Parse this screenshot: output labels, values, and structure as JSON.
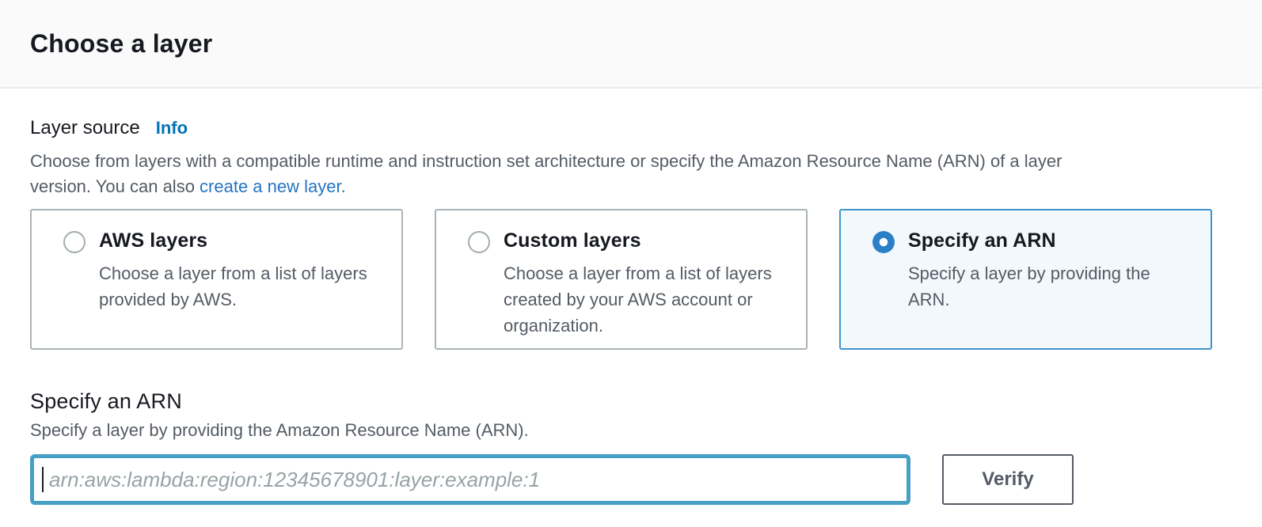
{
  "header": {
    "title": "Choose a layer"
  },
  "layer_source": {
    "label": "Layer source",
    "info_link": "Info",
    "description_line1": "Choose from layers with a compatible runtime and instruction set architecture or specify the Amazon Resource Name (ARN) of a layer",
    "description_line2_prefix": "version. You can also ",
    "create_layer_link": "create a new layer.",
    "options": [
      {
        "title": "AWS layers",
        "description": "Choose a layer from a list of layers provided by AWS.",
        "selected": false
      },
      {
        "title": "Custom layers",
        "description": "Choose a layer from a list of layers created by your AWS account or organization.",
        "selected": false
      },
      {
        "title": "Specify an ARN",
        "description": "Specify a layer by providing the ARN.",
        "selected": true
      }
    ]
  },
  "arn_section": {
    "title": "Specify an ARN",
    "description": "Specify a layer by providing the Amazon Resource Name (ARN).",
    "input_value": "",
    "input_placeholder": "arn:aws:lambda:region:12345678901:layer:example:1",
    "verify_button": "Verify"
  },
  "colors": {
    "header_bg": "#fafafa",
    "divider": "#eaeded",
    "text_dark": "#16191f",
    "text_gray": "#545b64",
    "link_blue": "#0073bb",
    "radio_selected_blue": "#2a7fc7",
    "tile_border": "#aab4b8",
    "tile_selected_border": "#3f95c9",
    "tile_selected_bg": "#f2f8fc",
    "input_focus_border": "#479fc4",
    "button_border": "#545b64"
  }
}
